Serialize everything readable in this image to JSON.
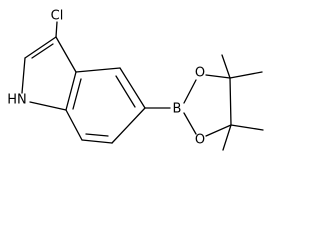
{
  "molecule": {
    "atoms": {
      "cl": "Cl",
      "nh": "HN",
      "b": "B",
      "o_top": "O",
      "o_bottom": "O"
    }
  }
}
